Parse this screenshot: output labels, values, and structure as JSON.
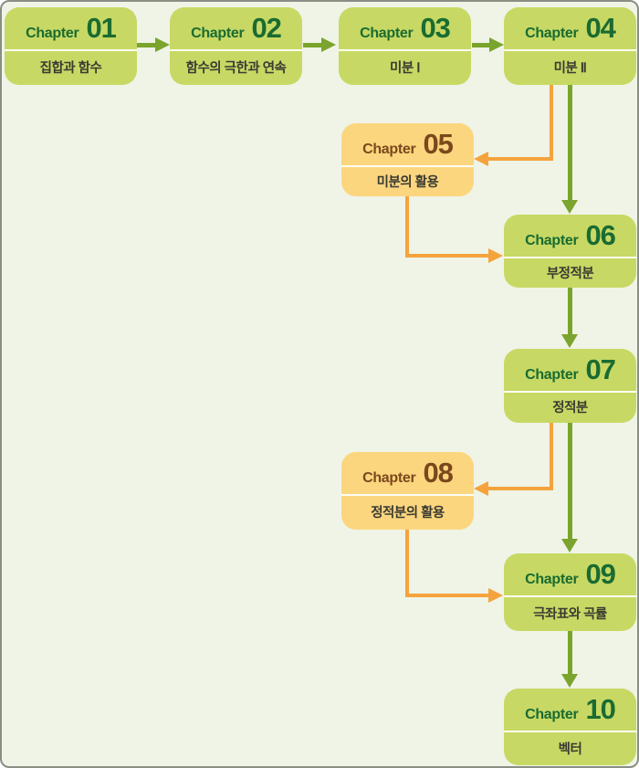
{
  "colors": {
    "page_bg": "#eff4e6",
    "page_border": "#8a8f86",
    "green_box": "#c7d964",
    "green_text": "#1a6b31",
    "yellow_box": "#fcd67e",
    "brown_text": "#7a481c",
    "title_text": "#3a3a32",
    "green_arrow": "#7aa42d",
    "orange_arrow": "#f5a33d",
    "divider": "#fffef5"
  },
  "chapters": [
    {
      "label": "Chapter",
      "number": "01",
      "title": "집합과 함수",
      "variant": "green"
    },
    {
      "label": "Chapter",
      "number": "02",
      "title": "함수의 극한과 연속",
      "variant": "green"
    },
    {
      "label": "Chapter",
      "number": "03",
      "title": "미분 Ⅰ",
      "variant": "green"
    },
    {
      "label": "Chapter",
      "number": "04",
      "title": "미분 Ⅱ",
      "variant": "green"
    },
    {
      "label": "Chapter",
      "number": "05",
      "title": "미분의 활용",
      "variant": "yellow"
    },
    {
      "label": "Chapter",
      "number": "06",
      "title": "부정적분",
      "variant": "green"
    },
    {
      "label": "Chapter",
      "number": "07",
      "title": "정적분",
      "variant": "green"
    },
    {
      "label": "Chapter",
      "number": "08",
      "title": "정적분의 활용",
      "variant": "yellow"
    },
    {
      "label": "Chapter",
      "number": "09",
      "title": "극좌표와 곡률",
      "variant": "green"
    },
    {
      "label": "Chapter",
      "number": "10",
      "title": "벡터",
      "variant": "green"
    }
  ],
  "connections": [
    {
      "from": "01",
      "to": "02",
      "color": "green"
    },
    {
      "from": "02",
      "to": "03",
      "color": "green"
    },
    {
      "from": "03",
      "to": "04",
      "color": "green"
    },
    {
      "from": "04",
      "to": "05",
      "color": "orange"
    },
    {
      "from": "04",
      "to": "06",
      "color": "green"
    },
    {
      "from": "05",
      "to": "06",
      "color": "orange"
    },
    {
      "from": "06",
      "to": "07",
      "color": "green"
    },
    {
      "from": "07",
      "to": "08",
      "color": "orange"
    },
    {
      "from": "07",
      "to": "09",
      "color": "green"
    },
    {
      "from": "08",
      "to": "09",
      "color": "orange"
    },
    {
      "from": "09",
      "to": "10",
      "color": "green"
    }
  ]
}
